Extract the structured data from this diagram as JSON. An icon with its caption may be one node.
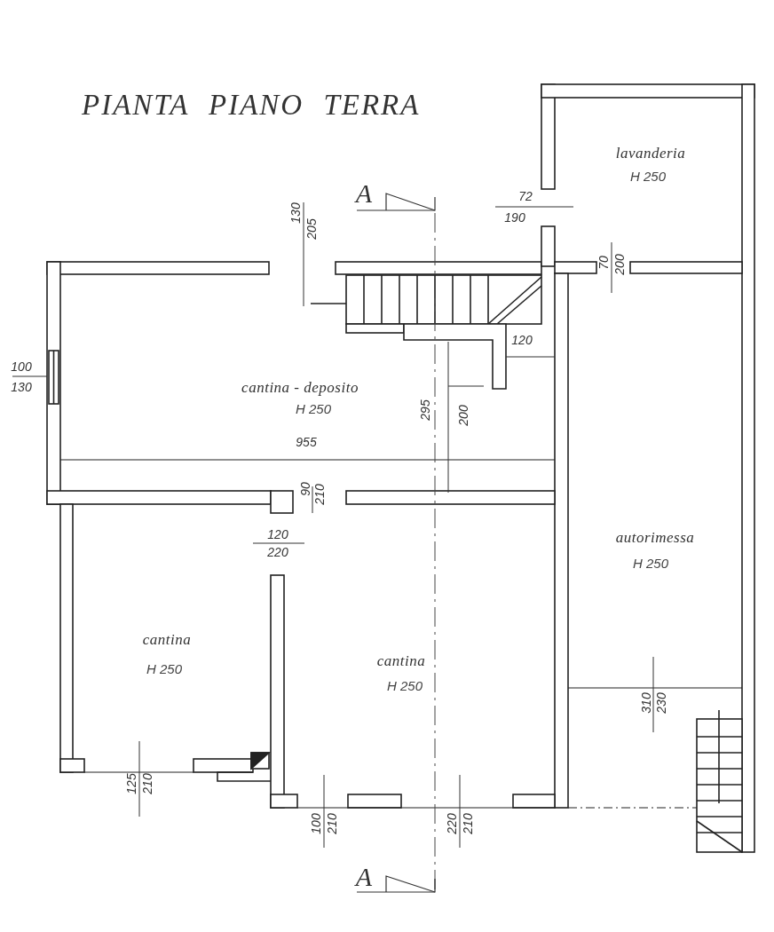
{
  "diagram": {
    "title": "PIANTA PIANO TERRA",
    "nodes": [
      {
        "text": [
          "cantina - deposito",
          "H 250"
        ]
      },
      {
        "text": [
          "lavanderia",
          "H 250"
        ]
      },
      {
        "text": [
          "autorimessa",
          "H 250"
        ]
      },
      {
        "text": [
          "cantina",
          "H 250"
        ]
      },
      {
        "text": [
          "cantina",
          "H 250"
        ]
      }
    ],
    "labels": [
      "A",
      "130",
      "205",
      "72",
      "190",
      "70",
      "200",
      "100",
      "130",
      "120",
      "295",
      "200",
      "955",
      "90",
      "210",
      "120",
      "220",
      "310",
      "230",
      "125",
      "210",
      "100",
      "210",
      "220",
      "210",
      "A"
    ]
  }
}
